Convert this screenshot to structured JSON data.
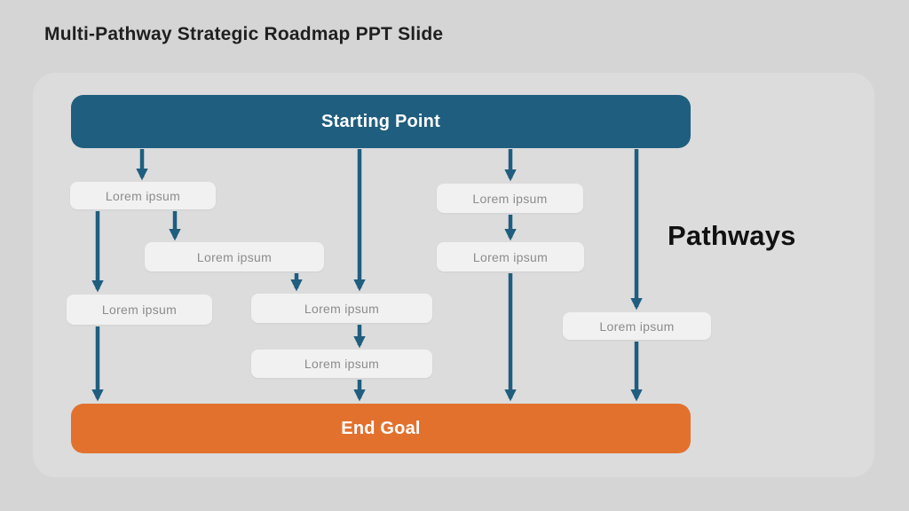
{
  "title": "Multi-Pathway Strategic Roadmap PPT Slide",
  "diagram": {
    "start_label": "Starting Point",
    "end_label": "End Goal",
    "side_label": "Pathways",
    "nodes": [
      {
        "label": "Lorem ipsum"
      },
      {
        "label": "Lorem ipsum"
      },
      {
        "label": "Lorem ipsum"
      },
      {
        "label": "Lorem ipsum"
      },
      {
        "label": "Lorem ipsum"
      },
      {
        "label": "Lorem ipsum"
      },
      {
        "label": "Lorem ipsum"
      },
      {
        "label": "Lorem ipsum"
      }
    ]
  },
  "colors": {
    "teal": "#1f5e7e",
    "orange": "#e2712e",
    "page_bg": "#d5d5d6",
    "panel_bg": "#dcdcdd",
    "node_bg": "#f1f1f1",
    "node_text": "#8c8c8c",
    "title_text": "#1f1f1f"
  }
}
